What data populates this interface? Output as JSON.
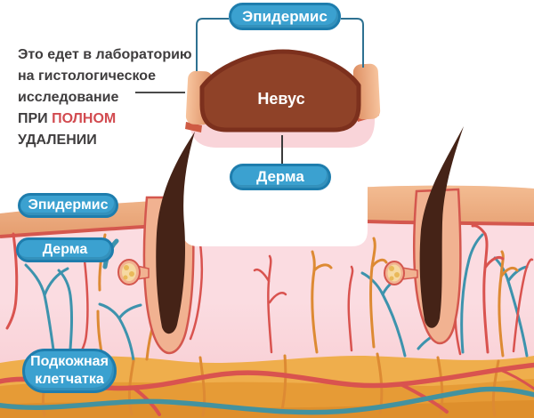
{
  "annotation": {
    "lines": [
      "Это едет в лабораторию",
      "на гистологическое",
      "исследование"
    ],
    "emphasis_prefix": "ПРИ ",
    "emphasis": "ПОЛНОМ",
    "last_line": "УДАЛЕНИИ"
  },
  "labels": {
    "excised_epidermis": "Эпидермис",
    "excised_nevus": "Невус",
    "excised_derma": "Дерма",
    "skin_epidermis": "Эпидермис",
    "skin_derma": "Дерма",
    "skin_subcut_line1": "Подкожная",
    "skin_subcut_line2": "клетчатка"
  },
  "colors": {
    "badge_fill": "#3ba1d0",
    "badge_border": "#1e7dad",
    "nevus_fill": "#8f4228",
    "nevus_border": "#7c301d",
    "epidermis_tan": "#eea87d",
    "epidermis_derma_line": "#d4574e",
    "derma_pink": "#f8ccd2",
    "subcut_orange": "#efae4c",
    "vessel_red": "#d9534f",
    "vessel_teal": "#3d93ad",
    "vessel_orange": "#dd8a33",
    "hair_brown": "#452317",
    "emphasis_red": "#d24b50",
    "bracket_blue": "#2e7191"
  }
}
